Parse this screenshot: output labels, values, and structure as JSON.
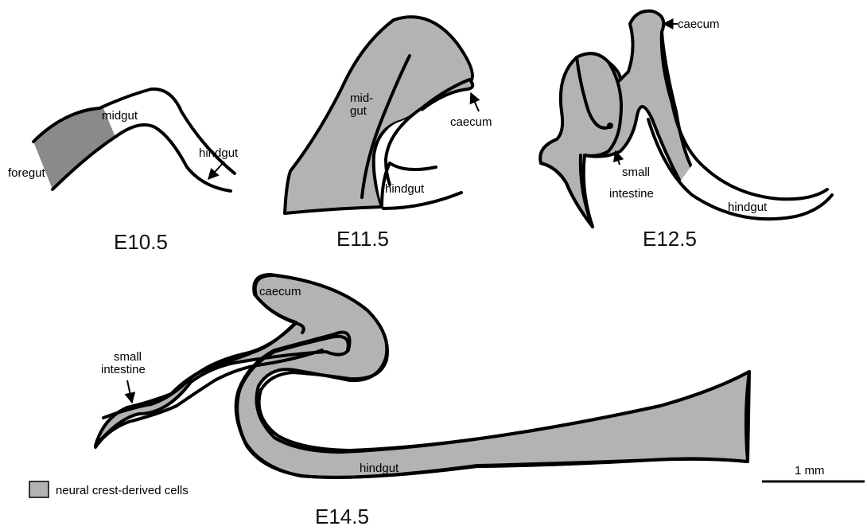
{
  "panels": {
    "e10": {
      "stage": "E10.5",
      "foregut": "foregut",
      "midgut": "midgut",
      "hindgut": "hindgut"
    },
    "e11": {
      "stage": "E11.5",
      "midgut_line1": "mid-",
      "midgut_line2": "gut",
      "caecum": "caecum",
      "hindgut": "hindgut"
    },
    "e12": {
      "stage": "E12.5",
      "caecum": "caecum",
      "small_intestine_line1": "small",
      "small_intestine_line2": "intestine",
      "hindgut": "hindgut"
    },
    "e14": {
      "stage": "E14.5",
      "caecum": "caecum",
      "small_intestine_line1": "small",
      "small_intestine_line2": "intestine",
      "hindgut": "hindgut"
    }
  },
  "legend": {
    "label": "neural crest-derived cells",
    "color": "#b3b3b3"
  },
  "scale_bar": {
    "label": "1 mm"
  },
  "colors": {
    "ncc_colonized": "#b3b3b3",
    "foregut": "#8a8a8a",
    "outline": "#000000"
  }
}
